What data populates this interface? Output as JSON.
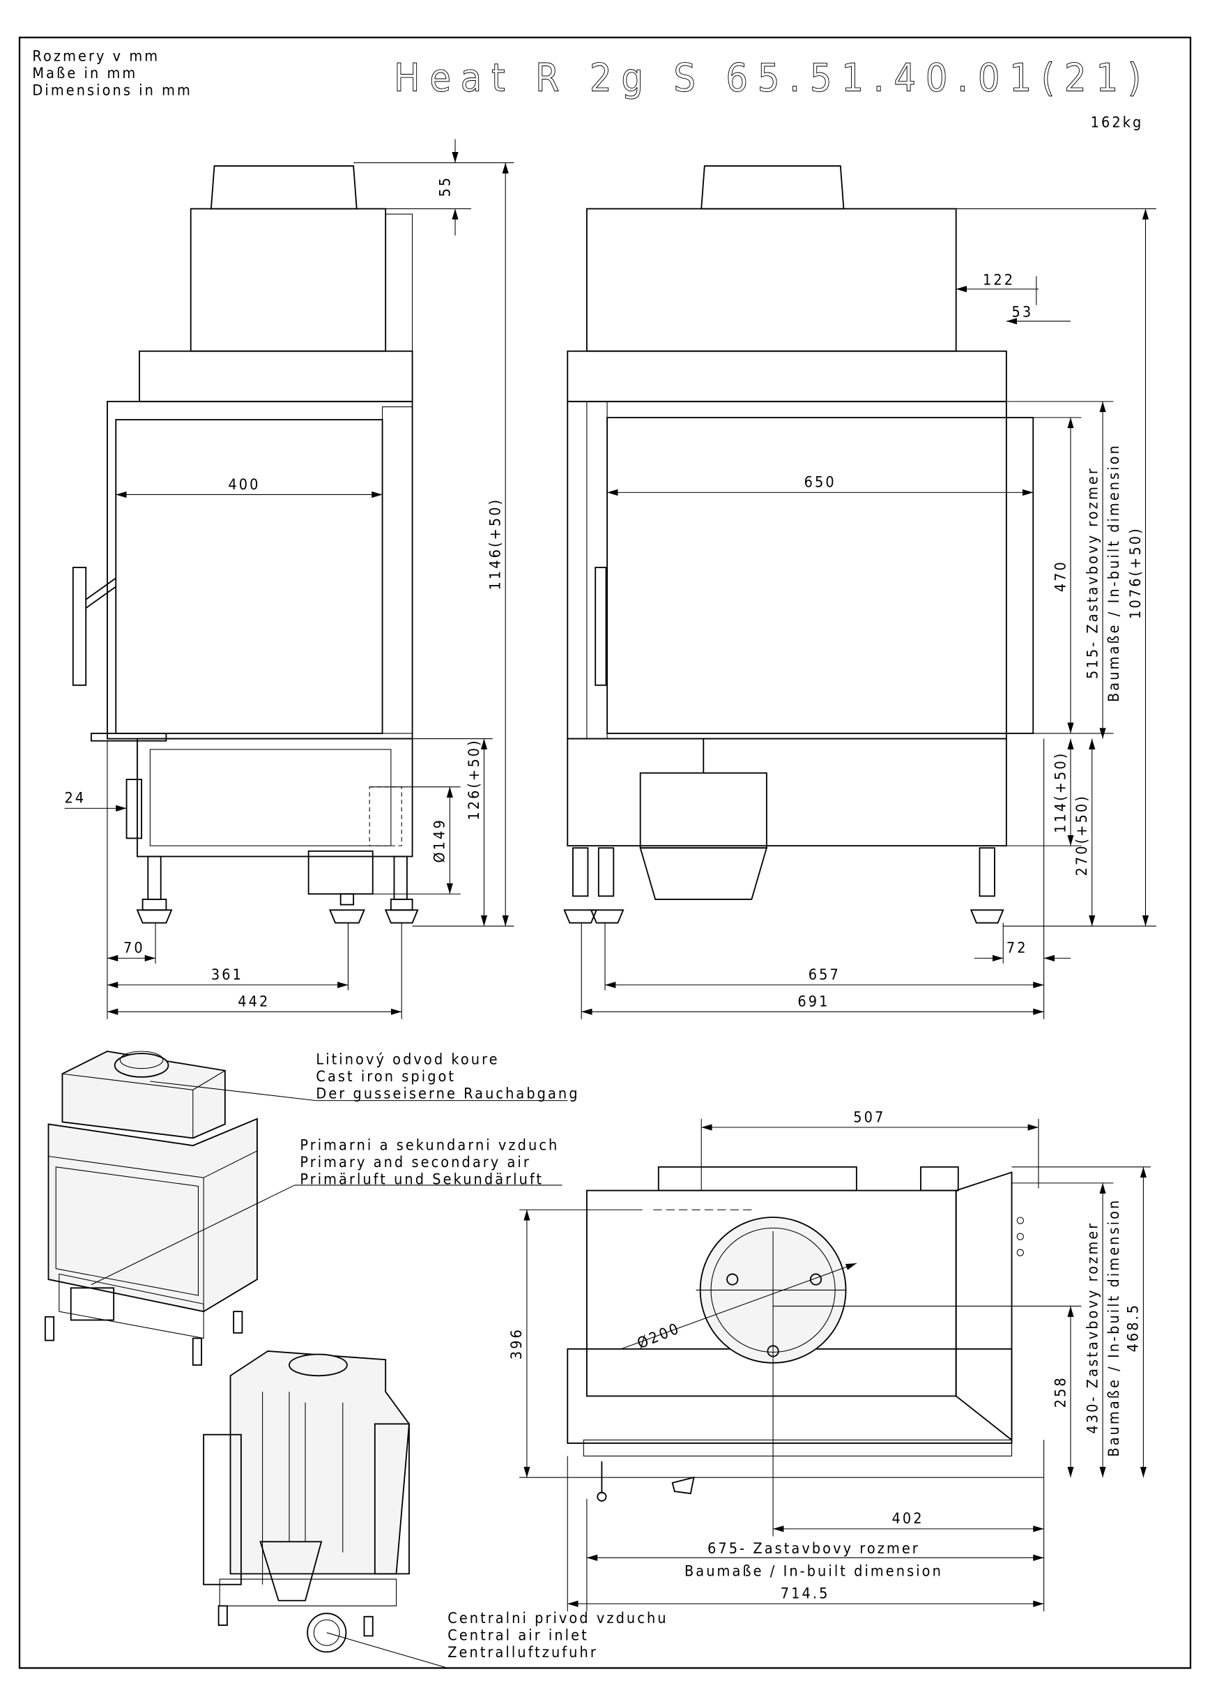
{
  "header": {
    "units": [
      "Rozmery v mm",
      "Maße in mm",
      "Dimensions in mm"
    ],
    "title": "Heat R 2g S 65.51.40.01(21)",
    "weight": "162kg"
  },
  "front_view": {
    "dims": {
      "d55": "55",
      "d1146": "1146(+50)",
      "d400": "400",
      "d126": "126(+50)",
      "d149": "Ø149",
      "d24": "24",
      "d70": "70",
      "d361": "361",
      "d442": "442"
    }
  },
  "side_view": {
    "dims": {
      "d122": "122",
      "d53": "53",
      "d650": "650",
      "d470": "470",
      "inbuilt1": "515- Zastavbovy rozmer",
      "inbuilt2": "Baumaße / In-built dimension",
      "inbuilt3": "1076(+50)",
      "d114": "114(+50)",
      "d270": "270(+50)",
      "d72": "72",
      "d657": "657",
      "d691": "691"
    }
  },
  "top_view": {
    "dims": {
      "d507": "507",
      "d396": "396",
      "d200": "Ø200",
      "d258": "258",
      "inbuilt1": "430- Zastavbovy rozmer",
      "inbuilt2": "Baumaße / In-built dimension",
      "d468": "468.5",
      "d402": "402",
      "w1": "675- Zastavbovy rozmer",
      "w2": "Baumaße / In-built dimension",
      "w3": "714.5"
    }
  },
  "callouts": {
    "spigot": [
      "Litinový odvod koure",
      "Cast iron spigot",
      "Der gusseiserne Rauchabgang"
    ],
    "air": [
      "Primarni a sekundarni vzduch",
      "Primary and secondary air",
      "Primärluft und Sekundärluft"
    ],
    "central": [
      "Centralni privod vzduchu",
      "Central air inlet",
      "Zentralluftzufuhr"
    ]
  }
}
